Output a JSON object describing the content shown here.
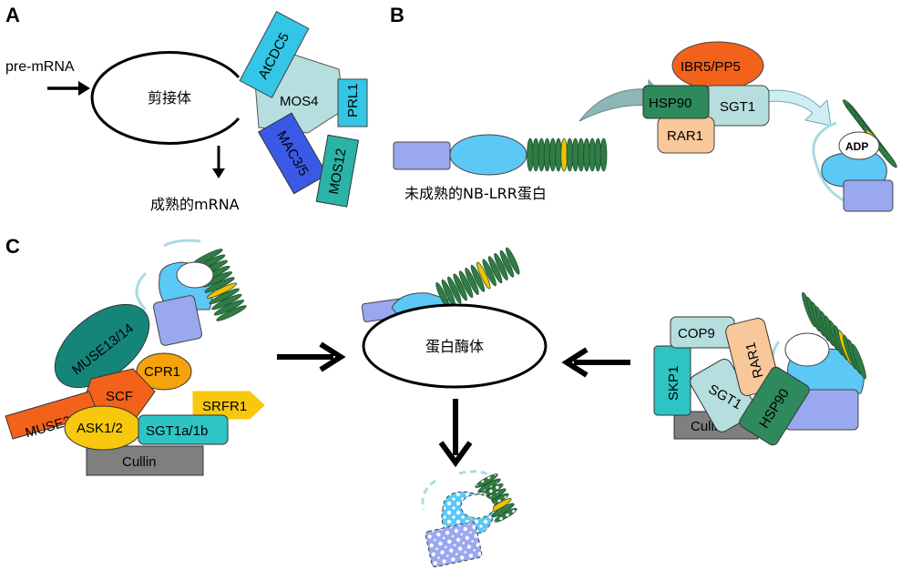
{
  "panels": {
    "a": "A",
    "b": "B",
    "c": "C"
  },
  "panel_a": {
    "input": "pre-mRNA",
    "complex": "剪接体",
    "output": "成熟的mRNA",
    "proteins": [
      "AtCDC5",
      "MOS4",
      "PRL1",
      "MAC3/5",
      "MOS12"
    ]
  },
  "panel_b": {
    "immature": "未成熟的NB-LRR蛋白",
    "proteins": [
      "IBR5/PP5",
      "HSP90",
      "SGT1",
      "RAR1"
    ],
    "adp": "ADP"
  },
  "panel_c": {
    "left_proteins": [
      "MUSE13/14",
      "CPR1",
      "SCF",
      "MUSE3",
      "SRFR1",
      "ASK1/2",
      "SGT1a/1b",
      "Cullin"
    ],
    "center": "蛋白酶体",
    "right_proteins": [
      "COP9",
      "RAR1",
      "SKP1",
      "SGT1",
      "HSP90",
      "Cullin"
    ]
  },
  "colors": {
    "lrr_green": "#2f7d45",
    "yellow_stripe": "#f2c200",
    "light_blue": "#5bc8f5",
    "lavender": "#9aa8f0",
    "cyan": "#33c6e6",
    "orange": "#f2621a",
    "teal": "#33b8b8",
    "dark_green": "#2e8a5c",
    "peach": "#f8c89a",
    "pale_teal": "#b7dede",
    "grey": "#7f7f7f",
    "yellow": "#f7c80e"
  }
}
